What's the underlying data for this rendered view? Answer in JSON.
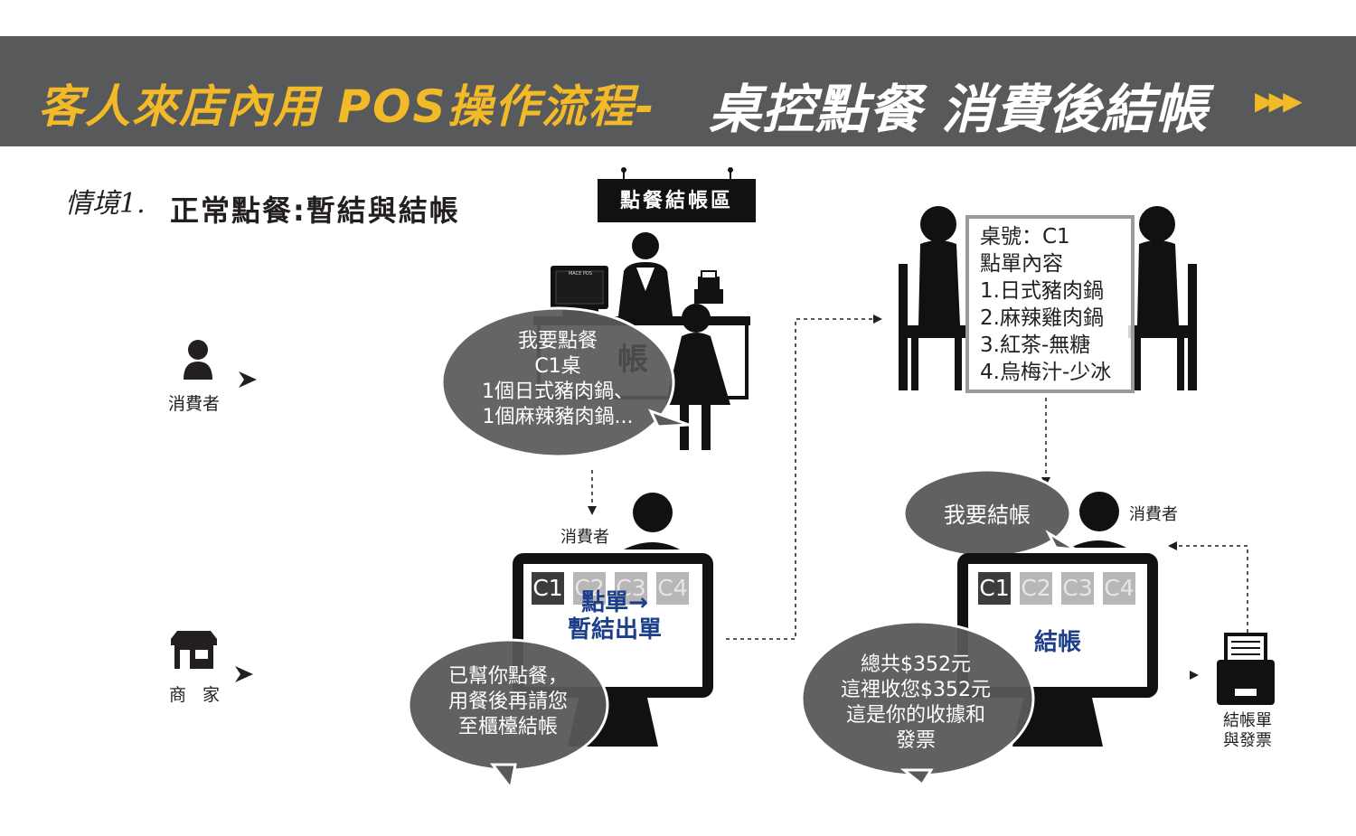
{
  "header": {
    "title_part1": "客人來店內用 POS操作流程-",
    "title_part2": "桌控點餐 消費後結帳",
    "arrows": "▶▶▶"
  },
  "scenario": {
    "number": "情境1.",
    "title": "正常點餐:暫結與結帳"
  },
  "counter_sign": "點餐結帳區",
  "terminal_brand": "MACE POS",
  "roles": {
    "consumer": "消費者",
    "merchant": "商 家"
  },
  "step1": {
    "bubble": "我要點餐\nC1桌\n1個日式豬肉鍋、\n1個麻辣豬肉鍋...",
    "watermark": "帳"
  },
  "step2": {
    "consumer_label": "消費者",
    "tabs": [
      "C1",
      "C2",
      "C3",
      "C4"
    ],
    "screen_text": "點單→\n暫結出單",
    "bubble": "已幫你點餐，\n用餐後再請您\n至櫃檯結帳"
  },
  "step3": {
    "order_lines": [
      "桌號：C1",
      "點單內容",
      "1.日式豬肉鍋",
      "2.麻辣雞肉鍋",
      "3.紅茶-無糖",
      "4.烏梅汁-少冰"
    ]
  },
  "step4": {
    "consumer_label": "消費者",
    "bubble_consumer": "我要結帳",
    "tabs": [
      "C1",
      "C2",
      "C3",
      "C4"
    ],
    "screen_text": "結帳",
    "bubble_merchant": "總共$352元\n這裡收您$352元\n這是你的收據和\n發票"
  },
  "printer_label": "結帳單\n與發票",
  "colors": {
    "banner": "#58595b",
    "title_yellow": "#f2b928",
    "bubble_gray": "#595959",
    "screen_blue": "#1d3f8a",
    "ink": "#231f20"
  }
}
